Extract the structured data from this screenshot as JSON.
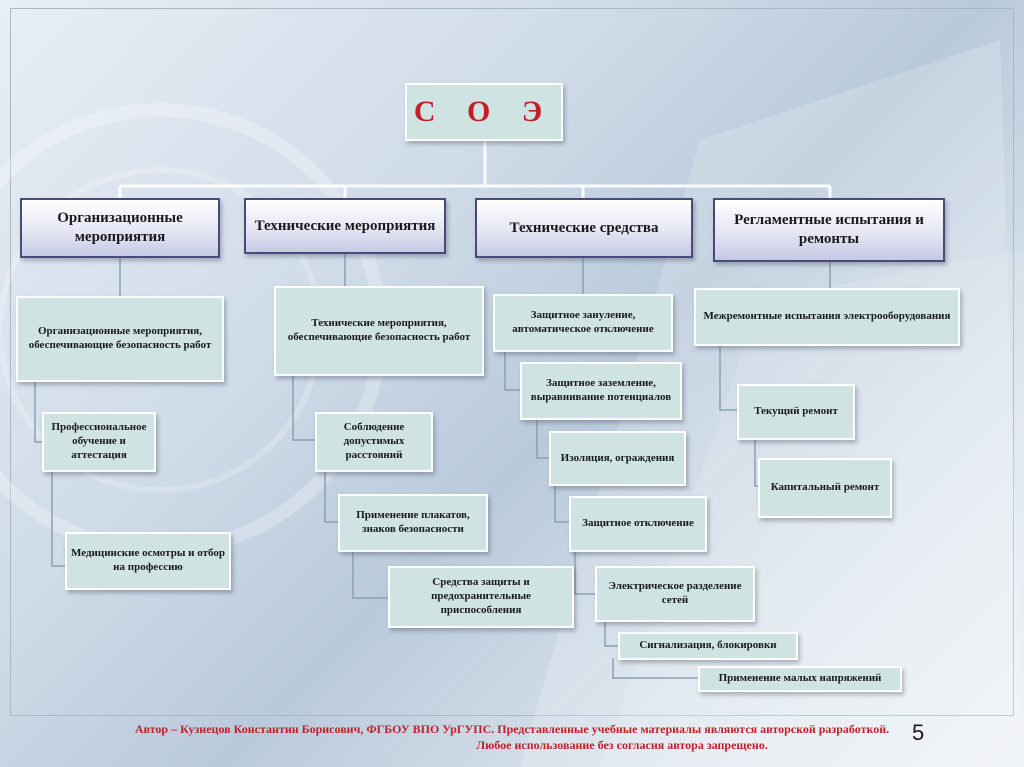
{
  "root": {
    "label": "С О Э"
  },
  "categories": [
    {
      "label": "Организационные мероприятия"
    },
    {
      "label": "Технические мероприятия"
    },
    {
      "label": "Технические средства"
    },
    {
      "label": "Регламентные испытания и ремонты"
    }
  ],
  "org_items": [
    "Организационные мероприятия, обеспечивающие безопасность работ",
    "Профессиональное обучение и аттестация",
    "Медицинские осмотры и отбор на профессию"
  ],
  "tech_items": [
    "Технические мероприятия, обеспечивающие безопасность работ",
    "Соблюдение допустимых расстояний",
    "Применение плакатов, знаков безопасности",
    "Средства защиты и предохранительные приспособления"
  ],
  "means_items": [
    "Защитное зануление, автоматическое отключение",
    "Защитное заземление, выравнивание потенциалов",
    "Изоляция, ограждения",
    "Защитное отключение",
    "Электрическое разделение сетей",
    "Сигнализация, блокировки",
    "Применение малых напряжений"
  ],
  "repair_items": [
    "Межремонтные испытания электрооборудования",
    "Текущий ремонт",
    "Капитальный ремонт"
  ],
  "footer": {
    "line1": "Автор – Кузнецов Константин Борисович, ФГБОУ ВПО УрГУПС.  Представленные учебные материалы являются авторской разработкой.",
    "line2": "Любое использование без согласия автора запрещено."
  },
  "page_number": "5"
}
